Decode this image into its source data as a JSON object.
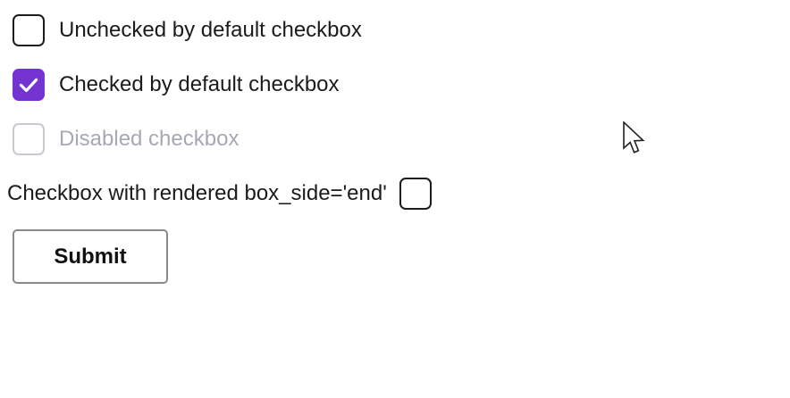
{
  "page": {
    "background": "#ffffff"
  },
  "checkboxes": [
    {
      "label": "Unchecked by default checkbox",
      "state": "unchecked",
      "disabled": false,
      "box_side": "start"
    },
    {
      "label": "Checked by default checkbox",
      "state": "checked",
      "disabled": false,
      "box_side": "start"
    },
    {
      "label": "Disabled checkbox",
      "state": "unchecked",
      "disabled": true,
      "box_side": "start"
    },
    {
      "label": "Checkbox with rendered box_side='end'",
      "state": "unchecked",
      "disabled": false,
      "box_side": "end"
    }
  ],
  "button": {
    "label": "Submit"
  },
  "icons": {
    "check": "check-icon",
    "cursor": "mouse-cursor-arrow"
  },
  "colors": {
    "accent": "#7434d1",
    "checkmark": "#ffffff",
    "label_text": "#1b1b1b",
    "disabled_text": "#a6a9b4",
    "disabled_border": "#c9cad1",
    "checkbox_border": "#1c1c1c",
    "button_border": "#8a8a8a",
    "background": "#ffffff"
  }
}
